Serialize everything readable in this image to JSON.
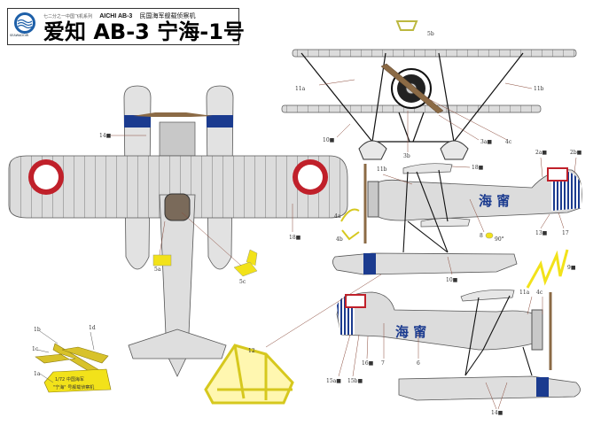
{
  "header": {
    "series_text": "七二分之一中国飞机系列",
    "model_code": "AICHI AB-3",
    "description": "民国海军舰载侦察机",
    "title": "爱知 AB-3 宁海-1号",
    "logo_text": "SEAWADOW"
  },
  "colors": {
    "aircraft_grey": "#d9d9d9",
    "navy_blue": "#1b3b8f",
    "roundel_red": "#c0202a",
    "photo_etch_yellow": "#f2e21a",
    "propeller_brown": "#8b6a45"
  },
  "labels": {
    "l5b": "5b",
    "l11a": "11a",
    "l11b": "11b",
    "l10a": "10■",
    "l3b": "3b",
    "l3a": "3a■",
    "l4c": "4c",
    "l14a": "14■",
    "l18a": "18■",
    "l5a": "5a",
    "l5c": "5c",
    "l11b2": "11b",
    "l18b": "18■",
    "l2a": "2a■",
    "l2b": "2b■",
    "l4a": "4a",
    "l4b": "4b",
    "l8": "8",
    "l90": "90°",
    "l13": "13■",
    "l17": "17",
    "l10b": "10■",
    "l9": "9■",
    "l12": "12",
    "l11a2": "11a",
    "l4c2": "4c",
    "l15a": "15a■",
    "l15b": "15b■",
    "l16": "16■",
    "l7": "7",
    "l6": "6",
    "l14b": "14■",
    "l1a": "1a",
    "l1b": "1b",
    "l1c": "1c",
    "l1d": "1d"
  },
  "fuselage_characters": "海 甯",
  "stand": {
    "line1": "1/72 中国海军",
    "line2": "\"宁海\" 号舰载侦察机"
  }
}
